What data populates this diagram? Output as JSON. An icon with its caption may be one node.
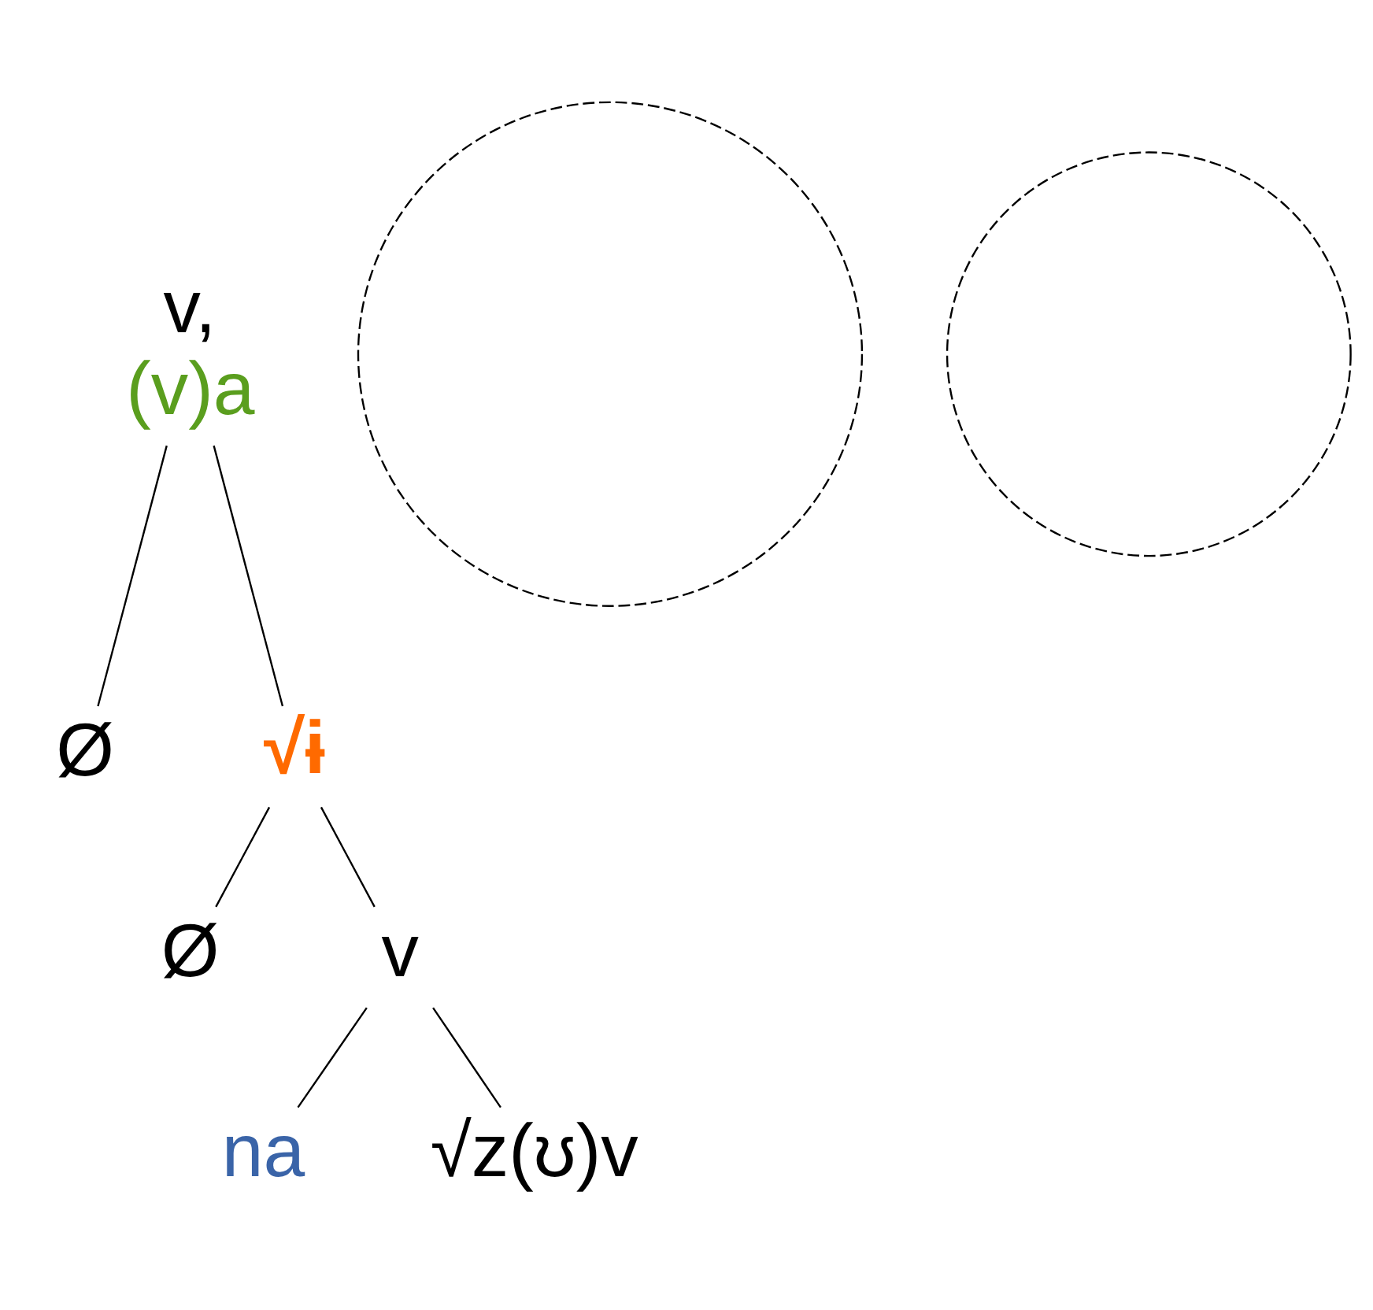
{
  "diagram": {
    "nodes": [
      {
        "text": [
          "v,",
          "(v)a"
        ]
      },
      {
        "text": [
          "Ø"
        ]
      },
      {
        "text": [
          "√ɨ"
        ]
      },
      {
        "text": [
          "Ø"
        ]
      },
      {
        "text": [
          "v"
        ]
      },
      {
        "text": [
          "na"
        ]
      },
      {
        "text": [
          "√z(ʊ)v"
        ]
      },
      {
        "text": [],
        "shape": "circle"
      },
      {
        "text": [],
        "shape": "circle"
      }
    ],
    "edges": [
      {
        "from": 0,
        "to": 1,
        "arrow": "none"
      },
      {
        "from": 0,
        "to": 2,
        "arrow": "none"
      },
      {
        "from": 2,
        "to": 3,
        "arrow": "none"
      },
      {
        "from": 2,
        "to": 4,
        "arrow": "none"
      },
      {
        "from": 4,
        "to": 5,
        "arrow": "none"
      },
      {
        "from": 4,
        "to": 6,
        "arrow": "none"
      }
    ]
  }
}
